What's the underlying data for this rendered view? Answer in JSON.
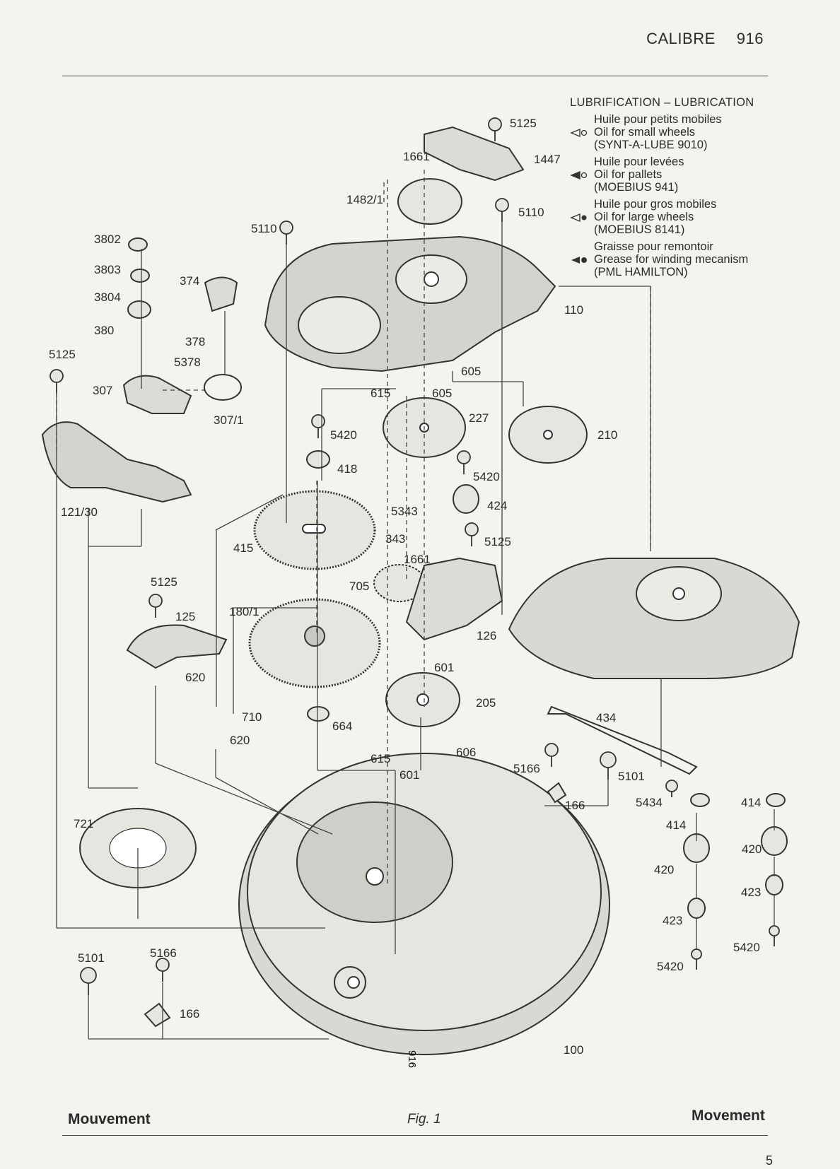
{
  "header": {
    "calibre_label": "CALIBRE",
    "calibre_number": "916"
  },
  "lubrication": {
    "title": "LUBRIFICATION – LUBRICATION",
    "items": [
      {
        "icon": "open-arrow-oil-icon",
        "lines": [
          "Huile pour petits mobiles",
          "Oil for small wheels",
          "(SYNT-A-LUBE 9010)"
        ]
      },
      {
        "icon": "half-filled-arrow-oil-icon",
        "lines": [
          "Huile pour levées",
          "Oil for pallets",
          "(MOEBIUS 941)"
        ]
      },
      {
        "icon": "open-arrow-dot-oil-icon",
        "lines": [
          "Huile pour gros mobiles",
          "Oil for large wheels",
          "(MOEBIUS 8141)"
        ]
      },
      {
        "icon": "filled-arrow-grease-icon",
        "lines": [
          "Graisse pour remontoir",
          "Grease for winding mecanism",
          "(PML HAMILTON)"
        ]
      }
    ]
  },
  "part_labels": [
    "5125",
    "1661",
    "1447",
    "1482/1",
    "5110",
    "5110",
    "3802",
    "3803",
    "3804",
    "374",
    "380",
    "378",
    "5378",
    "110",
    "5125",
    "307",
    "307/1",
    "605",
    "615",
    "605",
    "227",
    "210",
    "5420",
    "418",
    "5420",
    "424",
    "5343",
    "343",
    "5125",
    "121/30",
    "415",
    "1661",
    "705",
    "5125",
    "125",
    "180/1",
    "126",
    "620",
    "601",
    "205",
    "710",
    "664",
    "620",
    "434",
    "615",
    "606",
    "601",
    "5166",
    "5101",
    "166",
    "5434",
    "414",
    "721",
    "414",
    "420",
    "420",
    "423",
    "423",
    "5420",
    "5420",
    "5101",
    "5166",
    "166",
    "100"
  ],
  "plate_marking": "916",
  "footer": {
    "left": "Mouvement",
    "center": "Fig. 1",
    "right": "Movement",
    "page": "5"
  }
}
